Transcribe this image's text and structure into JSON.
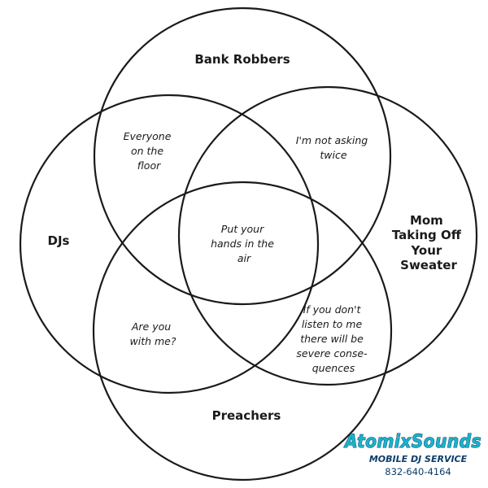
{
  "sets": {
    "bank_robbers": "Bank Robbers",
    "djs": "DJs",
    "mom": [
      "Mom",
      "Taking Off",
      "Your",
      "Sweater"
    ],
    "preachers": "Preachers"
  },
  "regions": {
    "djs_bank": [
      "Everyone",
      "on the",
      "floor"
    ],
    "bank_mom": [
      "I'm not asking",
      "twice"
    ],
    "center": [
      "Put your",
      "hands in the",
      "air"
    ],
    "djs_preachers": [
      "Are you",
      "with me?"
    ],
    "mom_preachers": [
      "If you don't",
      "listen to me",
      "there will be",
      "severe conse-",
      "quences"
    ]
  },
  "watermark": {
    "brand": "AtomixSounds",
    "tagline": "MOBILE DJ SERVICE",
    "phone": "832-640-4164",
    "colors": {
      "primary": "#1bb3c9",
      "outline": "#0b3d6b"
    }
  }
}
